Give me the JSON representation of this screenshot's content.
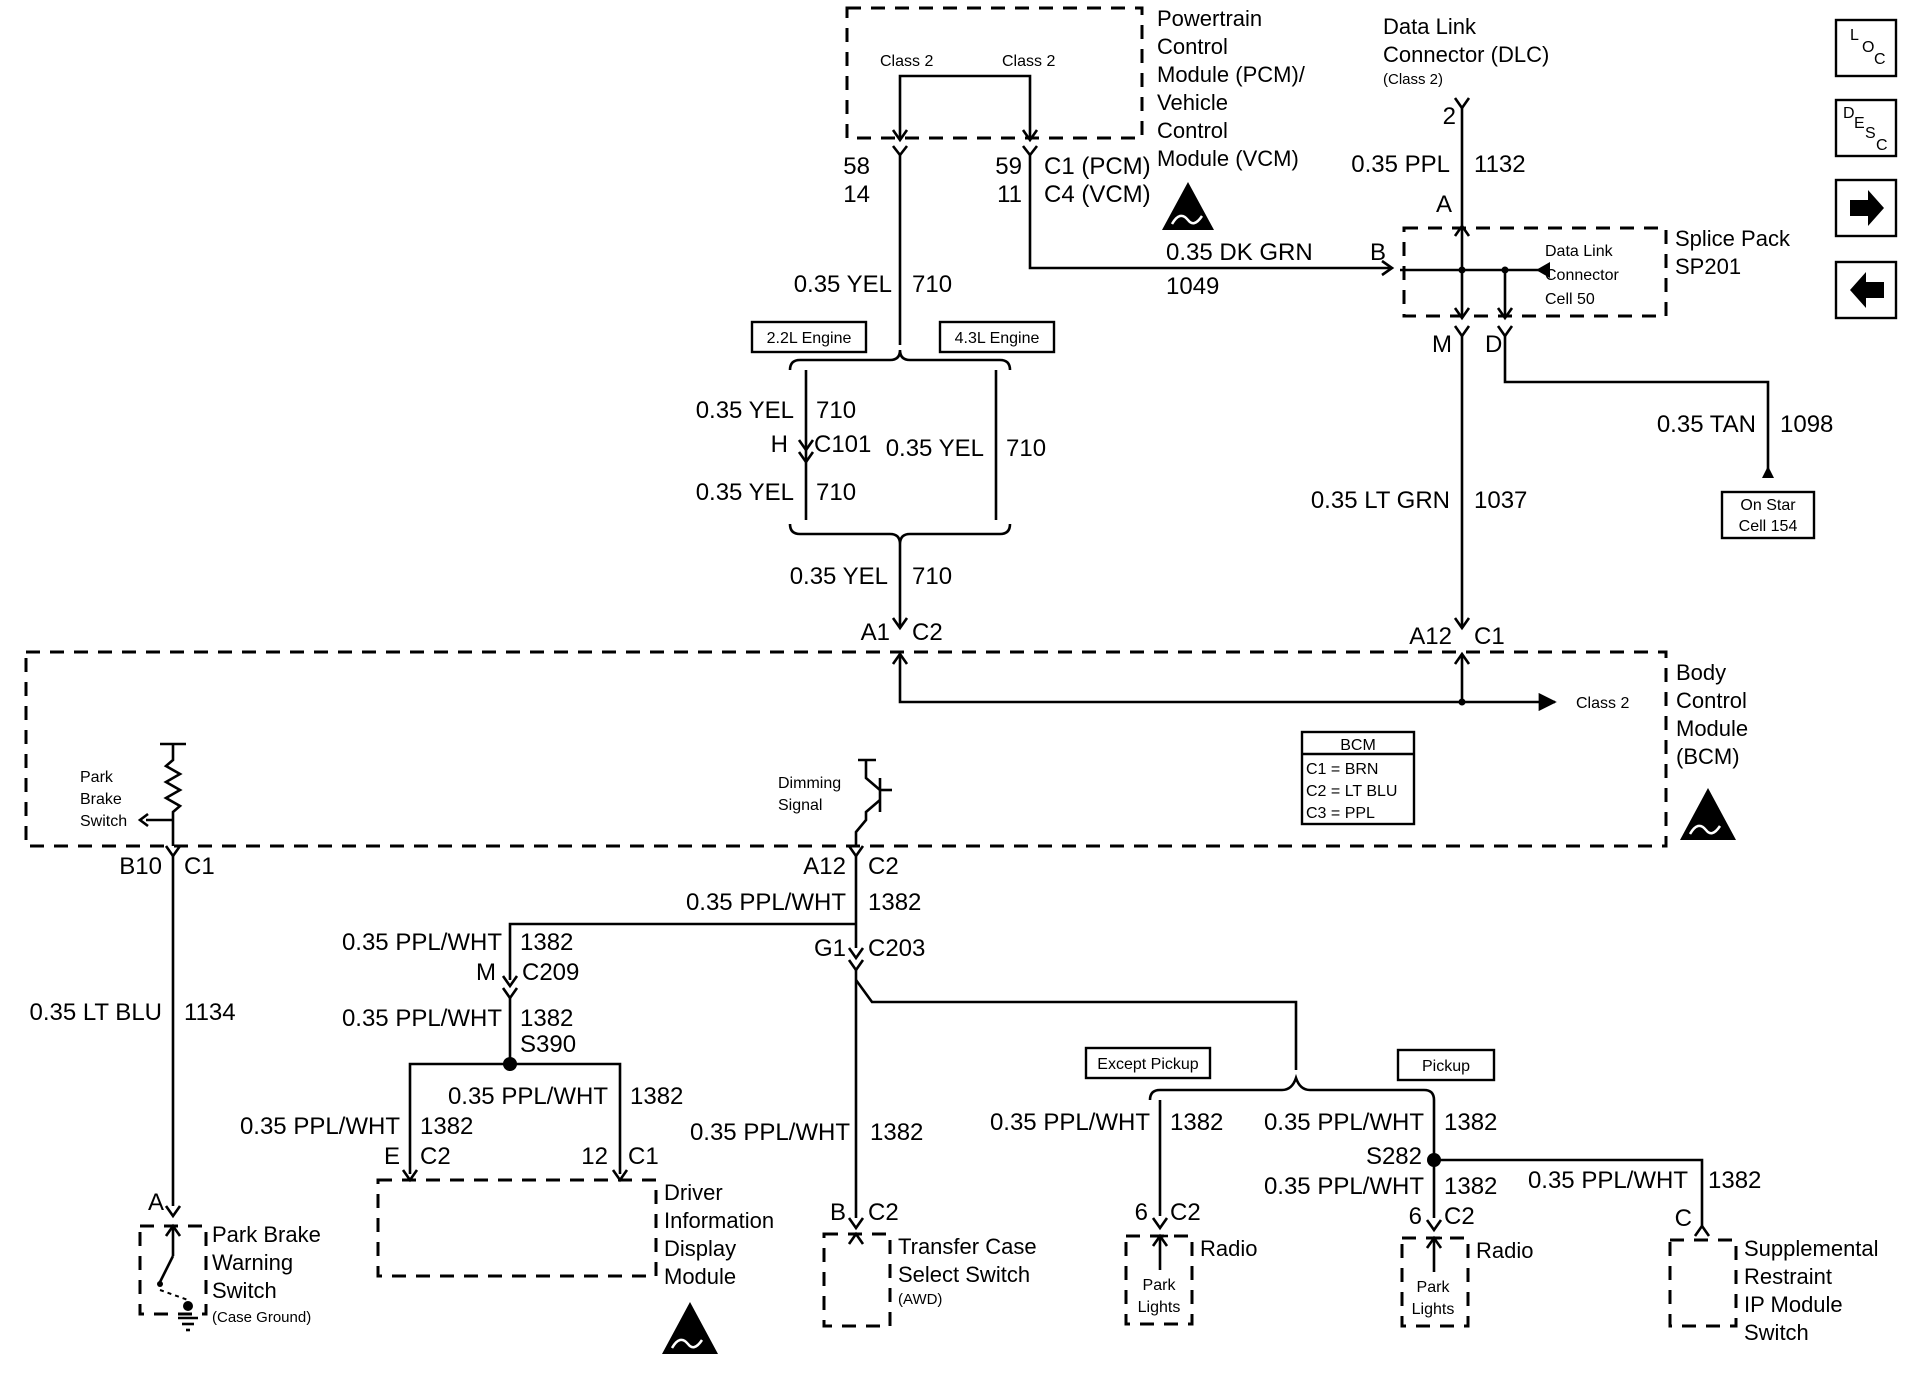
{
  "pcm": {
    "name_lines": [
      "Powertrain",
      "Control",
      "Module (PCM)/",
      "Vehicle",
      "Control",
      "Module (VCM)"
    ],
    "class2_left": "Class 2",
    "class2_right": "Class 2",
    "pin_58": "58",
    "pin_14": "14",
    "pin_59": "59",
    "pin_11": "11",
    "conn_c1": "C1 (PCM)",
    "conn_c4": "C4 (VCM)"
  },
  "dlc": {
    "name_lines": [
      "Data Link",
      "Connector (DLC)"
    ],
    "class_note": "(Class 2)",
    "pin": "2",
    "wire_gauge": "0.35 PPL",
    "wire_circuit": "1132"
  },
  "splice_pack": {
    "name_lines": [
      "Splice Pack",
      "SP201"
    ],
    "inner_lines": [
      "Data Link",
      "Connector",
      "Cell 50"
    ],
    "pin_a": "A",
    "pin_b": "B",
    "pin_m": "M",
    "pin_d": "D"
  },
  "wires": {
    "dk_grn": "0.35 DK GRN",
    "dk_grn_circuit": "1049",
    "yel": "0.35 YEL",
    "yel_circuit": "710",
    "tan": "0.35 TAN",
    "tan_circuit": "1098",
    "lt_grn": "0.35 LT GRN",
    "lt_grn_circuit": "1037",
    "lt_blu": "0.35 LT BLU",
    "lt_blu_circuit": "1134",
    "ppl_wht": "0.35 PPL/WHT",
    "ppl_wht_circuit": "1382"
  },
  "options": {
    "engine_22": "2.2L Engine",
    "engine_43": "4.3L Engine",
    "except_pickup": "Except Pickup",
    "pickup": "Pickup"
  },
  "onstar": {
    "lines": [
      "On Star",
      "Cell 154"
    ]
  },
  "c101": {
    "pin": "H",
    "conn": "C101"
  },
  "bcm": {
    "name_lines": [
      "Body",
      "Control",
      "Module",
      "(BCM)"
    ],
    "pin_a1": "A1",
    "conn_c2": "C2",
    "pin_a12": "A12",
    "conn_c1": "C1",
    "class2": "Class 2",
    "legend_title": "BCM",
    "legend_lines": [
      "C1 = BRN",
      "C2 = LT BLU",
      "C3 = PPL"
    ],
    "park_brake_lines": [
      "Park",
      "Brake",
      "Switch"
    ],
    "dimming_lines": [
      "Dimming",
      "Signal"
    ],
    "pin_b10": "B10",
    "conn_b10": "C1",
    "pin_a12_c2": "A12",
    "conn_a12_c2": "C2"
  },
  "lower": {
    "g1": "G1",
    "c203": "C203",
    "m": "M",
    "c209": "C209",
    "s390": "S390",
    "s282": "S282",
    "pin_e": "E",
    "conn_e": "C2",
    "pin_12": "12",
    "conn_12": "C1",
    "pin_a": "A",
    "pin_b": "B",
    "conn_b": "C2",
    "pin_6a": "6",
    "conn_6a": "C2",
    "pin_6b": "6",
    "conn_6b": "C2",
    "pin_c": "C"
  },
  "components": {
    "park_brake_warning": [
      "Park Brake",
      "Warning",
      "Switch"
    ],
    "case_ground": "(Case Ground)",
    "dim_module": [
      "Driver",
      "Information",
      "Display",
      "Module"
    ],
    "transfer_case": [
      "Transfer Case",
      "Select Switch"
    ],
    "awd": "(AWD)",
    "radio_a": "Radio",
    "radio_b": "Radio",
    "park_lights": [
      "Park",
      "Lights"
    ],
    "srs": [
      "Supplemental",
      "Restraint",
      "IP Module",
      "Switch"
    ]
  },
  "nav": {
    "loc": [
      "L",
      "O",
      "C"
    ],
    "desc": [
      "D",
      "E",
      "S",
      "C"
    ]
  }
}
